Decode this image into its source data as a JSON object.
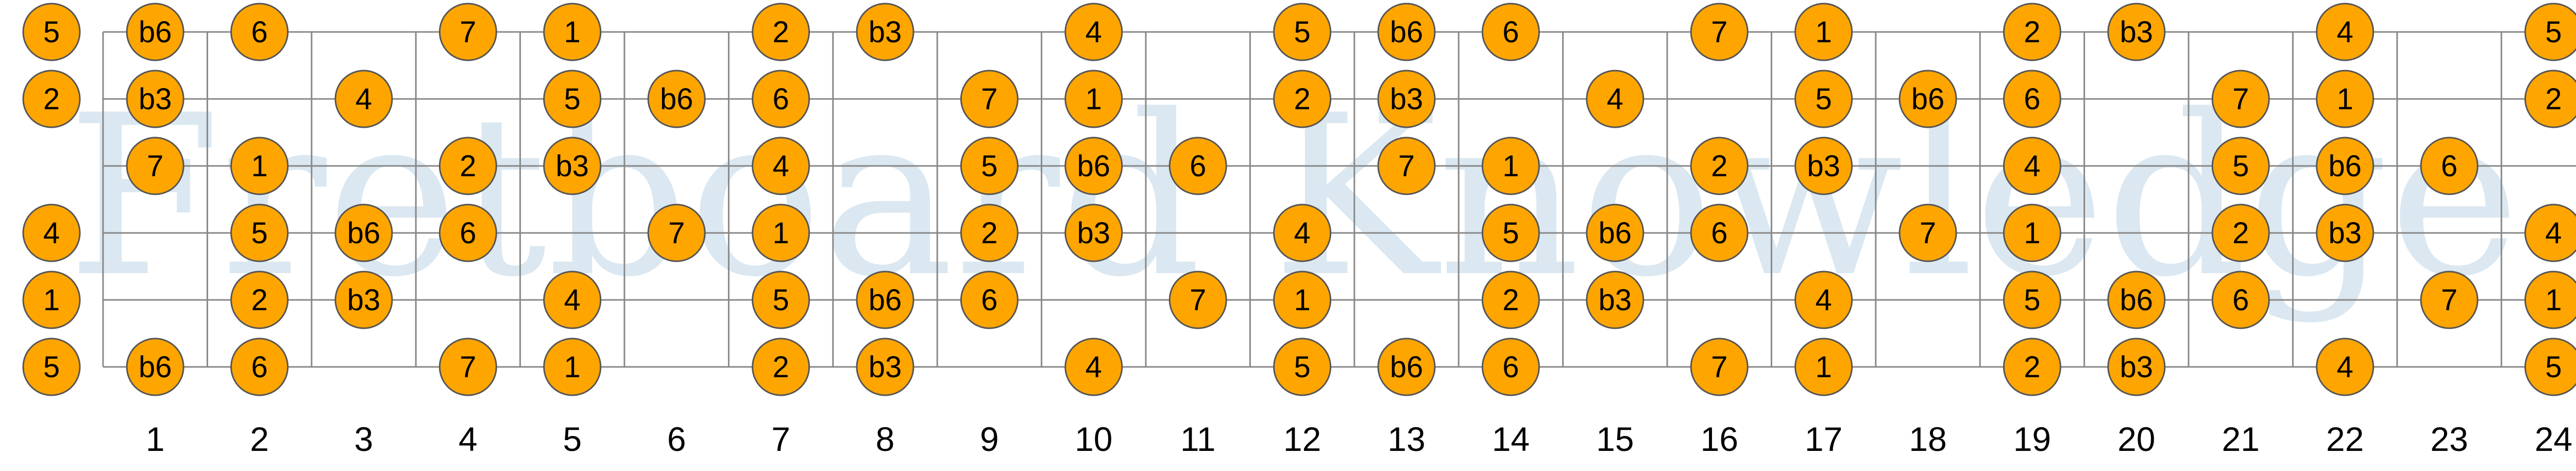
{
  "watermark": "Fretboard Knowledge",
  "colors": {
    "note_fill": "#FFA500",
    "note_stroke": "#555555",
    "line": "#888888",
    "watermark": "#dbe8f1"
  },
  "frets": [
    "1",
    "2",
    "3",
    "4",
    "5",
    "6",
    "7",
    "8",
    "9",
    "10",
    "11",
    "12",
    "13",
    "14",
    "15",
    "16",
    "17",
    "18",
    "19",
    "20",
    "21",
    "22",
    "23",
    "24"
  ],
  "fretboard": {
    "strings": 6,
    "fret_count": 24
  },
  "notes": [
    {
      "string": 1,
      "fret": 0,
      "label": "5"
    },
    {
      "string": 1,
      "fret": 1,
      "label": "b6"
    },
    {
      "string": 1,
      "fret": 2,
      "label": "6"
    },
    {
      "string": 1,
      "fret": 4,
      "label": "7"
    },
    {
      "string": 1,
      "fret": 5,
      "label": "1"
    },
    {
      "string": 1,
      "fret": 7,
      "label": "2"
    },
    {
      "string": 1,
      "fret": 8,
      "label": "b3"
    },
    {
      "string": 1,
      "fret": 10,
      "label": "4"
    },
    {
      "string": 1,
      "fret": 12,
      "label": "5"
    },
    {
      "string": 1,
      "fret": 13,
      "label": "b6"
    },
    {
      "string": 1,
      "fret": 14,
      "label": "6"
    },
    {
      "string": 1,
      "fret": 16,
      "label": "7"
    },
    {
      "string": 1,
      "fret": 17,
      "label": "1"
    },
    {
      "string": 1,
      "fret": 19,
      "label": "2"
    },
    {
      "string": 1,
      "fret": 20,
      "label": "b3"
    },
    {
      "string": 1,
      "fret": 22,
      "label": "4"
    },
    {
      "string": 1,
      "fret": 24,
      "label": "5"
    },
    {
      "string": 2,
      "fret": 0,
      "label": "2"
    },
    {
      "string": 2,
      "fret": 1,
      "label": "b3"
    },
    {
      "string": 2,
      "fret": 3,
      "label": "4"
    },
    {
      "string": 2,
      "fret": 5,
      "label": "5"
    },
    {
      "string": 2,
      "fret": 6,
      "label": "b6"
    },
    {
      "string": 2,
      "fret": 7,
      "label": "6"
    },
    {
      "string": 2,
      "fret": 9,
      "label": "7"
    },
    {
      "string": 2,
      "fret": 10,
      "label": "1"
    },
    {
      "string": 2,
      "fret": 12,
      "label": "2"
    },
    {
      "string": 2,
      "fret": 13,
      "label": "b3"
    },
    {
      "string": 2,
      "fret": 15,
      "label": "4"
    },
    {
      "string": 2,
      "fret": 17,
      "label": "5"
    },
    {
      "string": 2,
      "fret": 18,
      "label": "b6"
    },
    {
      "string": 2,
      "fret": 19,
      "label": "6"
    },
    {
      "string": 2,
      "fret": 21,
      "label": "7"
    },
    {
      "string": 2,
      "fret": 22,
      "label": "1"
    },
    {
      "string": 2,
      "fret": 24,
      "label": "2"
    },
    {
      "string": 3,
      "fret": 1,
      "label": "7"
    },
    {
      "string": 3,
      "fret": 2,
      "label": "1"
    },
    {
      "string": 3,
      "fret": 4,
      "label": "2"
    },
    {
      "string": 3,
      "fret": 5,
      "label": "b3"
    },
    {
      "string": 3,
      "fret": 7,
      "label": "4"
    },
    {
      "string": 3,
      "fret": 9,
      "label": "5"
    },
    {
      "string": 3,
      "fret": 10,
      "label": "b6"
    },
    {
      "string": 3,
      "fret": 11,
      "label": "6"
    },
    {
      "string": 3,
      "fret": 13,
      "label": "7"
    },
    {
      "string": 3,
      "fret": 14,
      "label": "1"
    },
    {
      "string": 3,
      "fret": 16,
      "label": "2"
    },
    {
      "string": 3,
      "fret": 17,
      "label": "b3"
    },
    {
      "string": 3,
      "fret": 19,
      "label": "4"
    },
    {
      "string": 3,
      "fret": 21,
      "label": "5"
    },
    {
      "string": 3,
      "fret": 22,
      "label": "b6"
    },
    {
      "string": 3,
      "fret": 23,
      "label": "6"
    },
    {
      "string": 4,
      "fret": 0,
      "label": "4"
    },
    {
      "string": 4,
      "fret": 2,
      "label": "5"
    },
    {
      "string": 4,
      "fret": 3,
      "label": "b6"
    },
    {
      "string": 4,
      "fret": 4,
      "label": "6"
    },
    {
      "string": 4,
      "fret": 6,
      "label": "7"
    },
    {
      "string": 4,
      "fret": 7,
      "label": "1"
    },
    {
      "string": 4,
      "fret": 9,
      "label": "2"
    },
    {
      "string": 4,
      "fret": 10,
      "label": "b3"
    },
    {
      "string": 4,
      "fret": 12,
      "label": "4"
    },
    {
      "string": 4,
      "fret": 14,
      "label": "5"
    },
    {
      "string": 4,
      "fret": 15,
      "label": "b6"
    },
    {
      "string": 4,
      "fret": 16,
      "label": "6"
    },
    {
      "string": 4,
      "fret": 18,
      "label": "7"
    },
    {
      "string": 4,
      "fret": 19,
      "label": "1"
    },
    {
      "string": 4,
      "fret": 21,
      "label": "2"
    },
    {
      "string": 4,
      "fret": 22,
      "label": "b3"
    },
    {
      "string": 4,
      "fret": 24,
      "label": "4"
    },
    {
      "string": 5,
      "fret": 0,
      "label": "1"
    },
    {
      "string": 5,
      "fret": 2,
      "label": "2"
    },
    {
      "string": 5,
      "fret": 3,
      "label": "b3"
    },
    {
      "string": 5,
      "fret": 5,
      "label": "4"
    },
    {
      "string": 5,
      "fret": 7,
      "label": "5"
    },
    {
      "string": 5,
      "fret": 8,
      "label": "b6"
    },
    {
      "string": 5,
      "fret": 9,
      "label": "6"
    },
    {
      "string": 5,
      "fret": 11,
      "label": "7"
    },
    {
      "string": 5,
      "fret": 12,
      "label": "1"
    },
    {
      "string": 5,
      "fret": 14,
      "label": "2"
    },
    {
      "string": 5,
      "fret": 15,
      "label": "b3"
    },
    {
      "string": 5,
      "fret": 17,
      "label": "4"
    },
    {
      "string": 5,
      "fret": 19,
      "label": "5"
    },
    {
      "string": 5,
      "fret": 20,
      "label": "b6"
    },
    {
      "string": 5,
      "fret": 21,
      "label": "6"
    },
    {
      "string": 5,
      "fret": 23,
      "label": "7"
    },
    {
      "string": 5,
      "fret": 24,
      "label": "1"
    },
    {
      "string": 6,
      "fret": 0,
      "label": "5"
    },
    {
      "string": 6,
      "fret": 1,
      "label": "b6"
    },
    {
      "string": 6,
      "fret": 2,
      "label": "6"
    },
    {
      "string": 6,
      "fret": 4,
      "label": "7"
    },
    {
      "string": 6,
      "fret": 5,
      "label": "1"
    },
    {
      "string": 6,
      "fret": 7,
      "label": "2"
    },
    {
      "string": 6,
      "fret": 8,
      "label": "b3"
    },
    {
      "string": 6,
      "fret": 10,
      "label": "4"
    },
    {
      "string": 6,
      "fret": 12,
      "label": "5"
    },
    {
      "string": 6,
      "fret": 13,
      "label": "b6"
    },
    {
      "string": 6,
      "fret": 14,
      "label": "6"
    },
    {
      "string": 6,
      "fret": 16,
      "label": "7"
    },
    {
      "string": 6,
      "fret": 17,
      "label": "1"
    },
    {
      "string": 6,
      "fret": 19,
      "label": "2"
    },
    {
      "string": 6,
      "fret": 20,
      "label": "b3"
    },
    {
      "string": 6,
      "fret": 22,
      "label": "4"
    },
    {
      "string": 6,
      "fret": 24,
      "label": "5"
    }
  ]
}
